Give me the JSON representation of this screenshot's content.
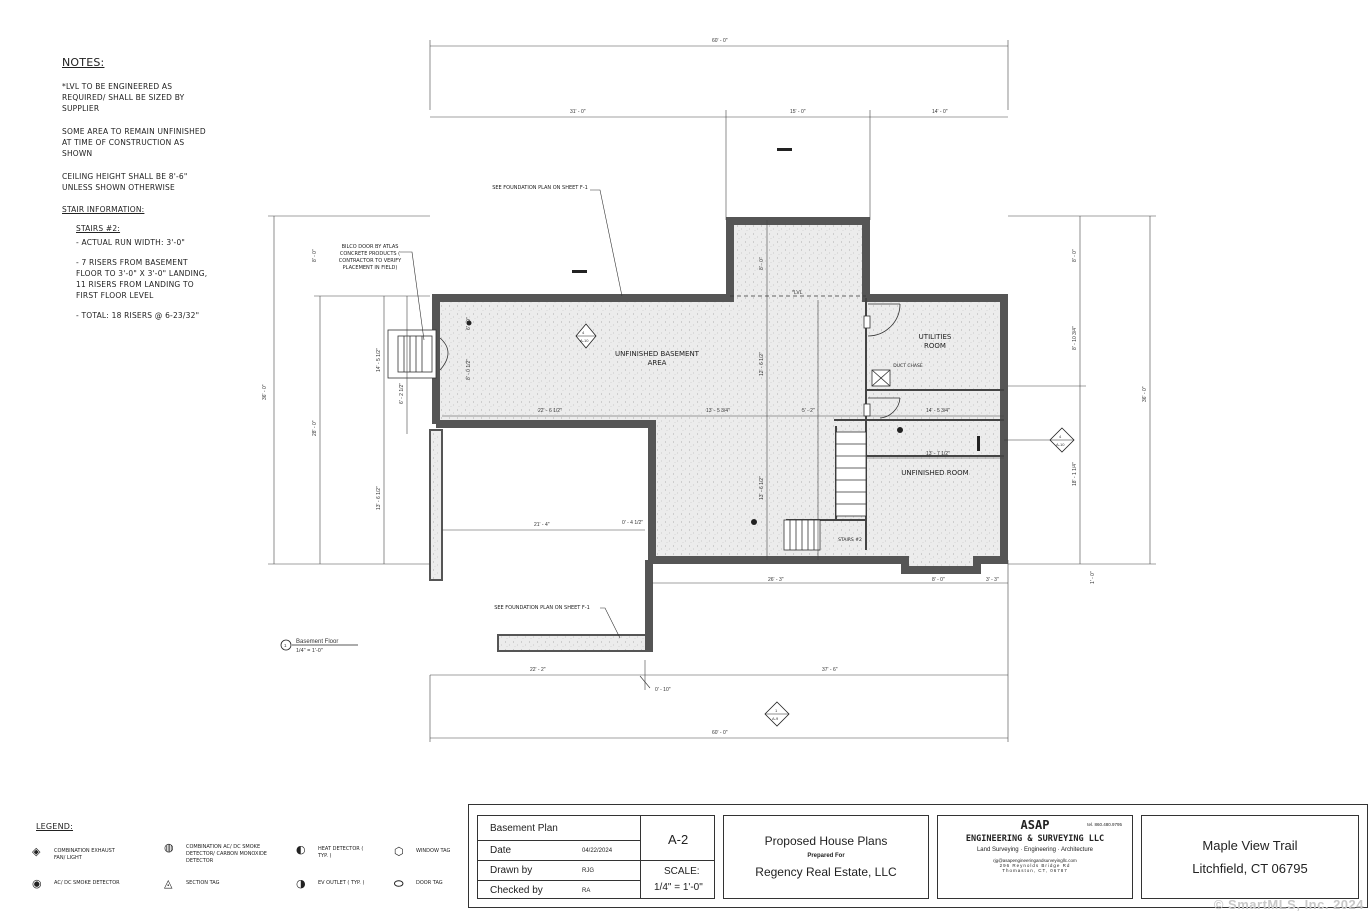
{
  "notes": {
    "title": "NOTES:",
    "items": [
      "*LVL TO BE ENGINEERED AS REQUIRED/ SHALL BE SIZED BY SUPPLIER",
      "SOME AREA TO REMAIN UNFINISHED AT TIME OF CONSTRUCTION AS SHOWN",
      "CEILING HEIGHT SHALL BE 8'-6\" UNLESS SHOWN OTHERWISE"
    ],
    "stair_title": "STAIR INFORMATION:",
    "stair_heading": "STAIRS #2:",
    "stair_items": [
      "- ACTUAL RUN WIDTH: 3'-0\"",
      "- 7 RISERS FROM BASEMENT FLOOR TO 3'-0\" x 3'-0\" LANDING, 11 RISERS FROM LANDING TO FIRST FLOOR LEVEL",
      "- TOTAL: 18 RISERS @ 6-23/32\""
    ]
  },
  "plan": {
    "dims": {
      "top_overall": "60' - 0\"",
      "top_left": "31' - 0\"",
      "top_mid": "15' - 0\"",
      "top_right": "14' - 0\"",
      "bottom_overall": "60' - 0\"",
      "bottom_left": "22' - 2\"",
      "bottom_right": "37' - 6\"",
      "bottom_small": "0' - 10\"",
      "left_overall": "36' - 0\"",
      "left_mid": "28' - 0\"",
      "left_upper": "8' - 0\"",
      "left_lower": "13' - 6 1/2\"",
      "left_stair_a": "14' - 5 1/2\"",
      "left_stair_b": "6' - 2 1/2\"",
      "right_overall": "36' - 0\"",
      "right_upper": "8' - 0\"",
      "right_mid": "8' - 10 3/4\"",
      "right_lower": "18' - 1 1/4\"",
      "right_bottom": "1' - 0\"",
      "inner_a": "22' - 6 1/2\"",
      "inner_b": "13' - 5 3/4\"",
      "inner_c": "5' - 2\"",
      "inner_d": "14' - 5 3/4\"",
      "inner_e": "13' - 7 1/2\"",
      "inner_f": "21' - 4\"",
      "inner_g": "0' - 4 1/2\"",
      "inner_h": "26' - 3\"",
      "inner_i": "8' - 0\"",
      "inner_j": "3' - 3\"",
      "vert_a": "12' - 6 1/2\"",
      "vert_b": "13' - 6 1/2\"",
      "vert_c": "8' - 0\"",
      "vert_d": "8' - 0 1/2\"",
      "vert_e": "6' - 0\""
    },
    "rooms": {
      "unfinished_basement": "UNFINISHED BASEMENT AREA",
      "utilities": "UTILITIES ROOM",
      "unfinished_room": "UNFINISHED ROOM"
    },
    "labels": {
      "see_foundation_top": "SEE FOUNDATION PLAN ON SHEET F-1",
      "see_foundation_bottom": "SEE FOUNDATION PLAN ON SHEET F-1",
      "bilco": "BILCO DOOR BY ATLAS CONCRETE PRODUCTS ( CONTRACTOR TO VERIFY PLACEMENT IN FIELD)",
      "lvl": "*LVL",
      "duct_chase": "DUCT CHASE",
      "stairs": "STAIRS #2",
      "section_tag_a_num": "4",
      "section_tag_a_sheet": "A-10",
      "section_tag_b_num": "4",
      "section_tag_b_sheet": "A-10",
      "section_tag_c_num": "1",
      "section_tag_c_sheet": "A-9"
    },
    "view_title": "Basement Floor",
    "view_scale": "1/4\" = 1'-0\"",
    "view_number": "1"
  },
  "legend": {
    "title": "LEGEND:",
    "items": [
      {
        "text": "COMBINATION EXHAUST FAN/ LIGHT",
        "icon": "exhaust-fan-icon",
        "symbol": "◈"
      },
      {
        "text": "AC/ DC SMOKE DETECTOR",
        "icon": "smoke-detector-icon",
        "symbol": "◉"
      },
      {
        "text": "COMBINATION AC/ DC SMOKE DETECTOR/ CARBON MONOXIDE DETECTOR",
        "icon": "co-detector-icon",
        "symbol": "◍"
      },
      {
        "text": "SECTION TAG",
        "icon": "section-tag-icon",
        "symbol": "◬"
      },
      {
        "text": "HEAT DETECTOR ( TYP. )",
        "icon": "heat-detector-icon",
        "symbol": "◐"
      },
      {
        "text": "EV OUTLET ( TYP. )",
        "icon": "ev-outlet-icon",
        "symbol": "◑"
      },
      {
        "text": "WINDOW TAG",
        "icon": "window-tag-icon",
        "symbol": "⬡"
      },
      {
        "text": "DOOR TAG",
        "icon": "door-tag-icon",
        "symbol": "⬭"
      }
    ]
  },
  "titleblock": {
    "sheet_name": "Basement Plan",
    "sheet_number": "A-2",
    "date_label": "Date",
    "date_value": "04/22/2024",
    "drawn_label": "Drawn by",
    "drawn_value": "RJG",
    "checked_label": "Checked by",
    "checked_value": "RA",
    "scale_label": "SCALE:",
    "scale_value": "1/4\" = 1'-0\"",
    "project_title": "Proposed House Plans",
    "prepared_for": "Prepared For",
    "client": "Regency Real Estate, LLC",
    "firm_logo": "ASAP",
    "firm_name": "ENGINEERING & SURVEYING LLC",
    "firm_tel": "tel. 860.480.9795",
    "firm_services": "Land Surveying · Engineering · Architecture",
    "firm_email": "rjg@asapengineeringandsurveyingllc.com",
    "firm_address1": "296 Reynolds Bridge Rd",
    "firm_address2": "Thomaston, CT, 06787",
    "site_street": "Maple View Trail",
    "site_city": "Litchfield, CT 06795"
  },
  "watermark": "© SmartMLS, Inc. 2024",
  "colors": {
    "wall": "#555555",
    "slab": "#e8e8e8",
    "line": "#333333"
  }
}
